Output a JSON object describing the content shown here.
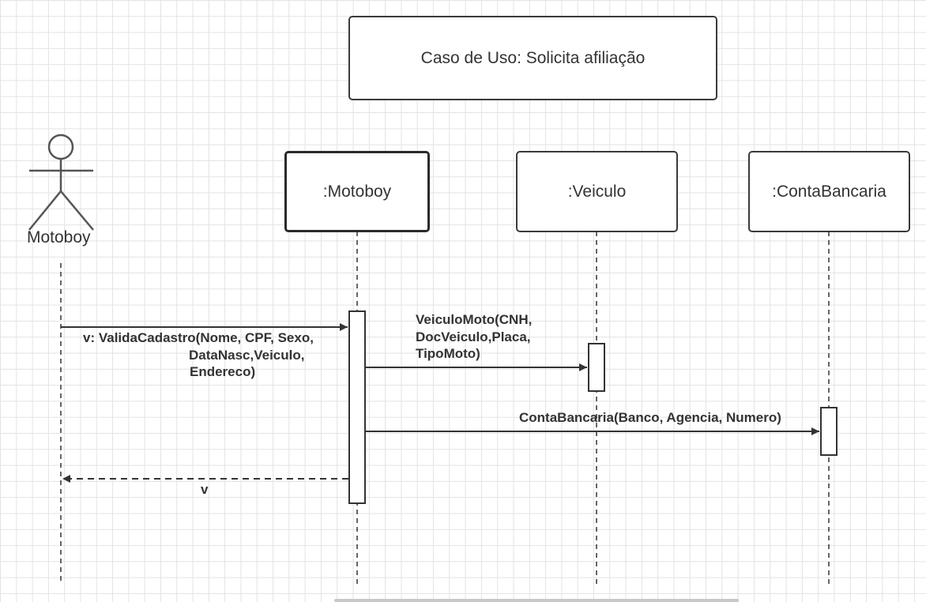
{
  "title": "Caso de Uso: Solicita afiliação",
  "actor": {
    "name": "Motoboy"
  },
  "lifelines": [
    {
      "id": "motoboy",
      "label": ":Motoboy"
    },
    {
      "id": "veiculo",
      "label": ":Veiculo"
    },
    {
      "id": "conta",
      "label": ":ContaBancaria"
    }
  ],
  "messages": [
    {
      "from": "actor",
      "to": "motoboy",
      "kind": "sync",
      "lines": [
        "v: ValidaCadastro(Nome, CPF, Sexo,",
        "DataNasc,Veiculo,",
        "Endereco)"
      ]
    },
    {
      "from": "motoboy",
      "to": "veiculo",
      "kind": "sync",
      "lines": [
        "VeiculoMoto(CNH,",
        "DocVeiculo,Placa,",
        "TipoMoto)"
      ]
    },
    {
      "from": "motoboy",
      "to": "conta",
      "kind": "sync",
      "lines": [
        "ContaBancaria(Banco, Agencia, Numero)"
      ]
    },
    {
      "from": "motoboy",
      "to": "actor",
      "kind": "return",
      "lines": [
        "v"
      ]
    }
  ]
}
